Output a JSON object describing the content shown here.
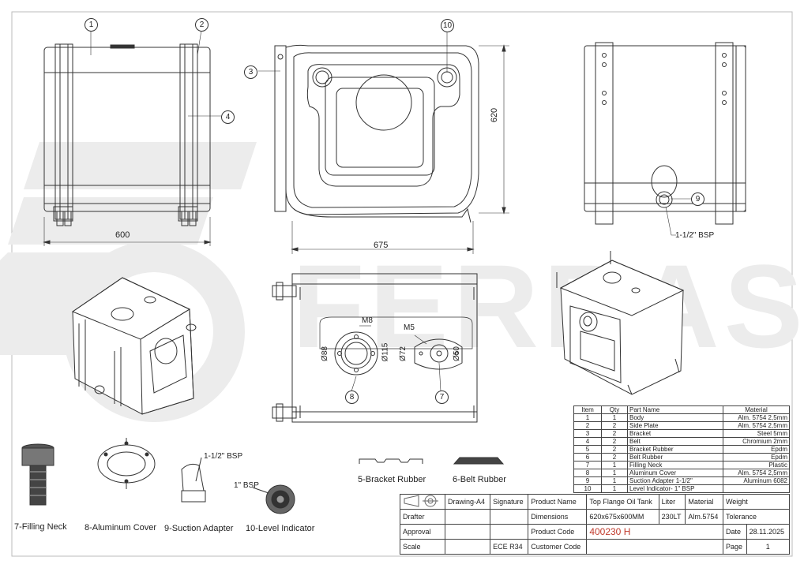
{
  "balloons": [
    "1",
    "2",
    "3",
    "4",
    "9",
    "10",
    "8",
    "7"
  ],
  "dimensions": {
    "width": "600",
    "length": "675",
    "height": "620",
    "bsp_outlet": "1-1/2\" BSP",
    "m8": "M8",
    "m5": "M5",
    "d88": "Ø88",
    "d115": "Ø115",
    "d72": "Ø72",
    "d50": "Ø50"
  },
  "watermark": "FERRAS",
  "details": {
    "filling_neck": "7-Filling Neck",
    "aluminum_cover": "8-Aluminum Cover",
    "suction_adapter": "9-Suction Adapter",
    "suction_bsp": "1-1/2\" BSP",
    "level_indicator": "10-Level Indicator",
    "level_bsp": "1\" BSP",
    "bracket_rubber": "5-Bracket Rubber",
    "belt_rubber": "6-Belt Rubber"
  },
  "parts_table": {
    "headers": [
      "Item",
      "Qty",
      "Part Name",
      "Material"
    ],
    "rows": [
      [
        "1",
        "1",
        "Body",
        "Alm. 5754 2,5mm"
      ],
      [
        "2",
        "2",
        "Side Plate",
        "Alm. 5754 2,5mm"
      ],
      [
        "3",
        "2",
        "Bracket",
        "Steel 5mm"
      ],
      [
        "4",
        "2",
        "Belt",
        "Chromium 2mm"
      ],
      [
        "5",
        "2",
        "Bracket Rubber",
        "Epdm"
      ],
      [
        "6",
        "2",
        "Belt Rubber",
        "Epdm"
      ],
      [
        "7",
        "1",
        "Filling Neck",
        "Plastic"
      ],
      [
        "8",
        "1",
        "Aluminum Cover",
        "Alm. 5754 2,5mm"
      ],
      [
        "9",
        "1",
        "Suction Adapter 1-1/2\"",
        "Aluminum 6082"
      ],
      [
        "10",
        "1",
        "Level Indicator- 1\" BSP",
        ""
      ]
    ]
  },
  "title_block": {
    "drawing": "Drawing-A4",
    "signature": "Signature",
    "product_name_label": "Product Name",
    "product_name": "Top Flange Oil Tank",
    "liter_label": "Liter",
    "material_label": "Material",
    "weight_label": "Weight",
    "drafter": "Drafter",
    "dimensions_label": "Dimensions",
    "dimensions": "620x675x600MM",
    "liter": "230LT",
    "material": "Alm.5754",
    "tolerance": "Tolerance",
    "approval": "Approval",
    "product_code_label": "Product Code",
    "product_code": "400230 H",
    "date_label": "Date",
    "date": "28.11.2025",
    "scale": "Scale",
    "standard": "ECE R34",
    "customer_code": "Customer Code",
    "page_label": "Page",
    "page": "1"
  }
}
